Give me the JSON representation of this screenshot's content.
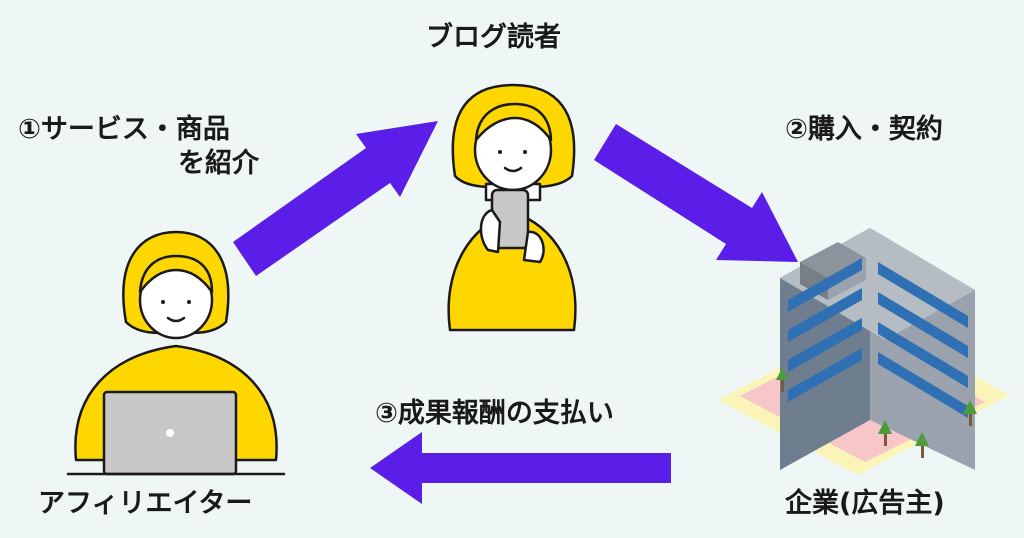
{
  "nodes": {
    "reader": {
      "label": "ブログ読者",
      "icon": "reader-person-with-phone"
    },
    "affiliate": {
      "label": "アフィリエイター",
      "icon": "affiliate-person-with-laptop"
    },
    "company": {
      "label": "企業(広告主)",
      "icon": "office-building"
    }
  },
  "steps": {
    "step1_line1": "①サービス・商品",
    "step1_line2": "を紹介",
    "step2": "②購入・契約",
    "step3": "③成果報酬の支払い"
  },
  "colors": {
    "background": "#eef7f6",
    "arrow": "#5b1ee8",
    "hair": "#ffd700",
    "shirt": "#ffd700",
    "laptop": "#c8c8c8"
  }
}
